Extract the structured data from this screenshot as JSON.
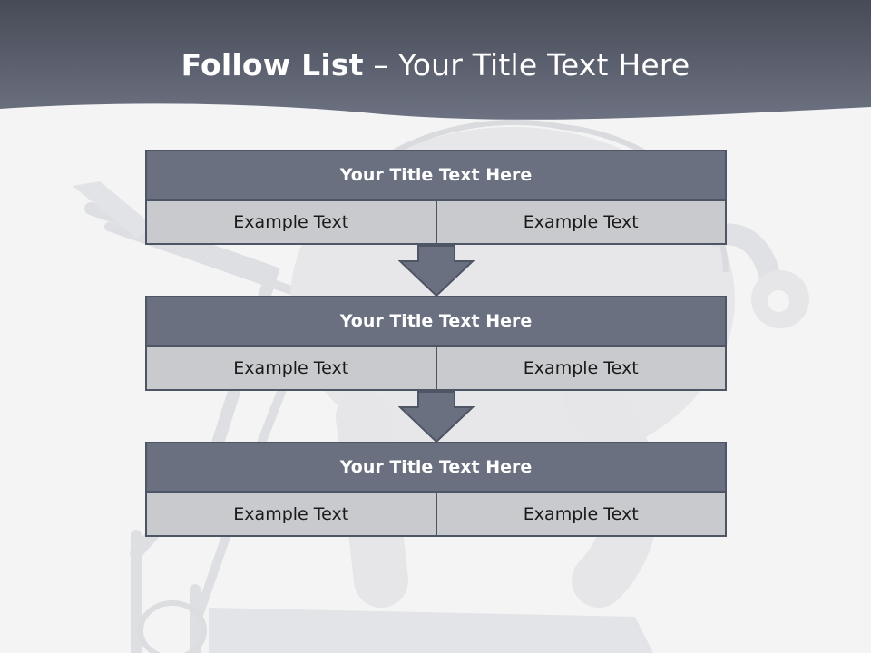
{
  "header": {
    "title_bold": "Follow List",
    "title_rest": " – Your Title Text Here"
  },
  "blocks": [
    {
      "title": "Your Title Text Here",
      "left": "Example Text",
      "right": "Example Text"
    },
    {
      "title": "Your Title Text Here",
      "left": "Example Text",
      "right": "Example Text"
    },
    {
      "title": "Your Title Text Here",
      "left": "Example Text",
      "right": "Example Text"
    }
  ],
  "colors": {
    "header_band": "#4a4f5c",
    "block_title": "#6a7080",
    "block_cell": "#c9cacd",
    "arrow": "#6a7080"
  }
}
